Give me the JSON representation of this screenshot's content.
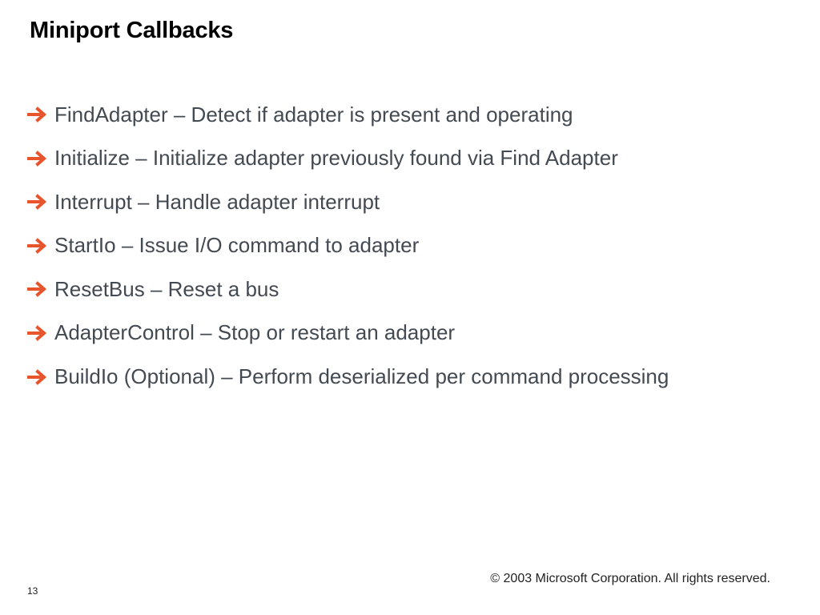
{
  "slide": {
    "title": "Miniport Callbacks",
    "bullets": [
      "FindAdapter – Detect if adapter is present and operating",
      "Initialize – Initialize adapter previously found via Find Adapter",
      "Interrupt – Handle adapter interrupt",
      "StartIo – Issue I/O command to adapter",
      "ResetBus – Reset a bus",
      "AdapterControl – Stop or restart an adapter",
      "BuildIo (Optional) – Perform deserialized per command processing"
    ],
    "bullet_icon": "arrow-right-icon",
    "accent_color": "#e8552d",
    "text_color": "#444a52",
    "footer": {
      "copyright": "© 2003 Microsoft Corporation. All rights reserved.",
      "page_number": "13"
    }
  }
}
